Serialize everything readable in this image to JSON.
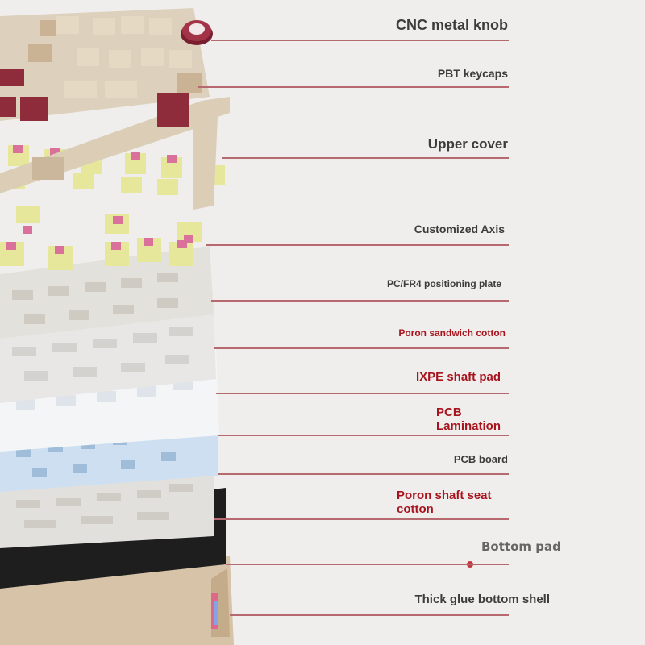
{
  "labels": {
    "knob": "CNC metal knob",
    "keycaps": "PBT keycaps",
    "upper_cover": "Upper cover",
    "axis": "Customized Axis",
    "plate": "PC/FR4 positioning plate",
    "poron_sandwich": "Poron sandwich cotton",
    "ixpe": "IXPE shaft pad",
    "pcb_lamination_1": "PCB",
    "pcb_lamination_2": "Lamination",
    "pcb_board": "PCB board",
    "poron_seat_1": "Poron shaft seat",
    "poron_seat_2": "cotton",
    "bottom_pad": "Bottom pad",
    "bottom_shell": "Thick glue bottom shell"
  },
  "colors": {
    "background": "#efeeed",
    "accent_red": "#a8141e",
    "line": "#b66a70",
    "keycap_cream": "#e6d9c4",
    "keycap_tan": "#c9b394",
    "keycap_maroon": "#8e2c3c",
    "switch_yellow": "#e6e79a",
    "switch_pink": "#d9719a",
    "pcb_blue": "#cddff0"
  }
}
